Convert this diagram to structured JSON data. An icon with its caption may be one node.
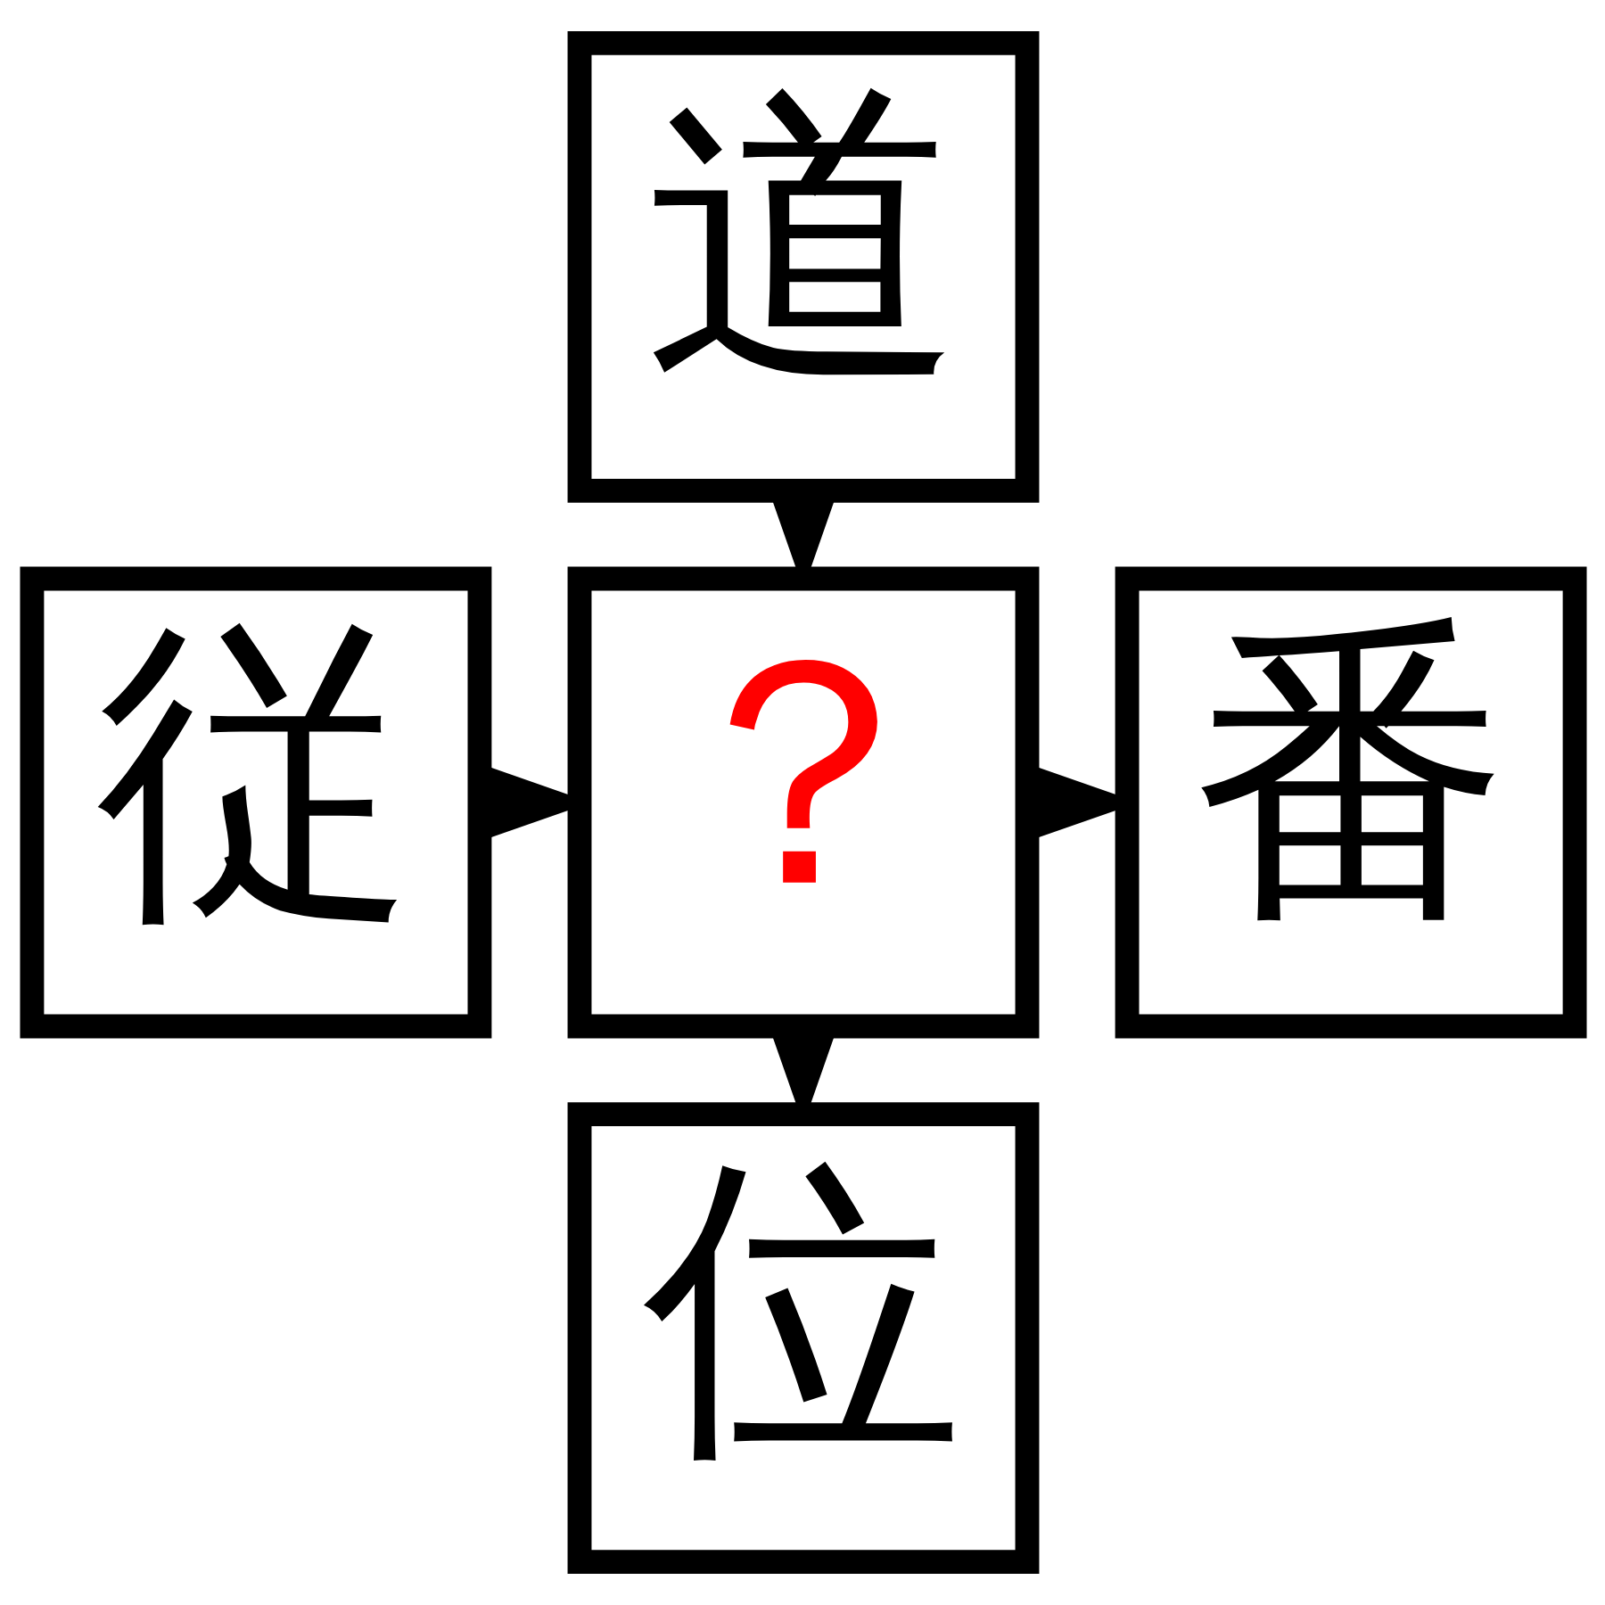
{
  "diagram": {
    "nodes": [
      {
        "text": [
          "道"
        ]
      },
      {
        "text": [
          "従"
        ]
      },
      {
        "text": [
          "？"
        ]
      },
      {
        "text": [
          "番"
        ]
      },
      {
        "text": [
          "位"
        ]
      }
    ],
    "edges": [
      {
        "from": 0,
        "to": 2,
        "arrow": "to"
      },
      {
        "from": 1,
        "to": 2,
        "arrow": "to"
      },
      {
        "from": 2,
        "to": 3,
        "arrow": "to"
      },
      {
        "from": 2,
        "to": 4,
        "arrow": "to"
      }
    ]
  }
}
